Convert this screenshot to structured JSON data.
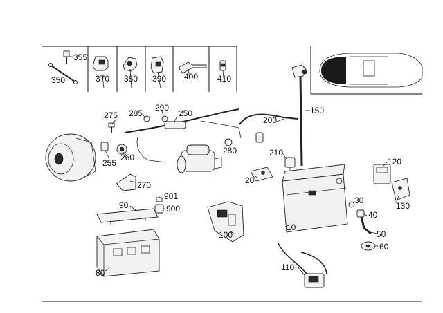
{
  "callouts": {
    "c350": "350",
    "c355": "355",
    "c370": "370",
    "c380": "380",
    "c390": "390",
    "c400": "400",
    "c410": "410",
    "c150": "150",
    "c275": "275",
    "c285": "285",
    "c290": "290",
    "c250": "250",
    "c200": "200",
    "c255": "255",
    "c260": "260",
    "c280": "280",
    "c210": "210",
    "c120": "120",
    "c20": "20",
    "c270": "270",
    "c130": "130",
    "c901": "901",
    "c30": "30",
    "c90": "90",
    "c900": "900",
    "c40": "40",
    "c10": "10",
    "c100": "100",
    "c50": "50",
    "c60": "60",
    "c110": "110",
    "c80": "80"
  },
  "colors": {
    "ink": "#111111",
    "part_fill": "#f2f2f2",
    "car_dark": "#1a1a1a"
  }
}
